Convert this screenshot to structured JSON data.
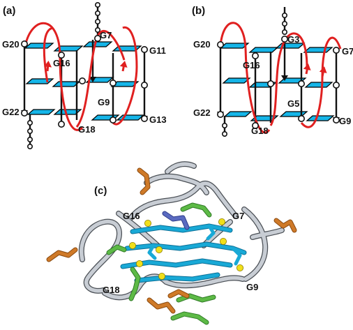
{
  "panels": {
    "a": {
      "label": "(a)",
      "residues": {
        "g20": "G20",
        "g7": "G7",
        "g11": "G11",
        "g16": "G16",
        "g9": "G9",
        "g22": "G22",
        "g18": "G18",
        "g13": "G13"
      }
    },
    "b": {
      "label": "(b)",
      "residues": {
        "g20": "G20",
        "g3": "G3",
        "g7": "G7",
        "g16": "G16",
        "g5": "G5",
        "g22": "G22",
        "g18": "G18",
        "g9": "G9"
      }
    },
    "c": {
      "label": "(c)",
      "residues": {
        "g16": "G16",
        "g7": "G7",
        "g18": "G18",
        "g9": "G9"
      }
    }
  },
  "colors": {
    "tetrad_fill": "#15B5E8",
    "loop": "#E02020",
    "backbone": "#111111",
    "stick_gray": "#C8CDD4",
    "stick_cyan": "#19A9D6",
    "stick_green": "#5DBA46",
    "stick_orange": "#CF7A28",
    "stick_blue": "#5A6AC0",
    "ion_yellow": "#F1DF1A"
  }
}
